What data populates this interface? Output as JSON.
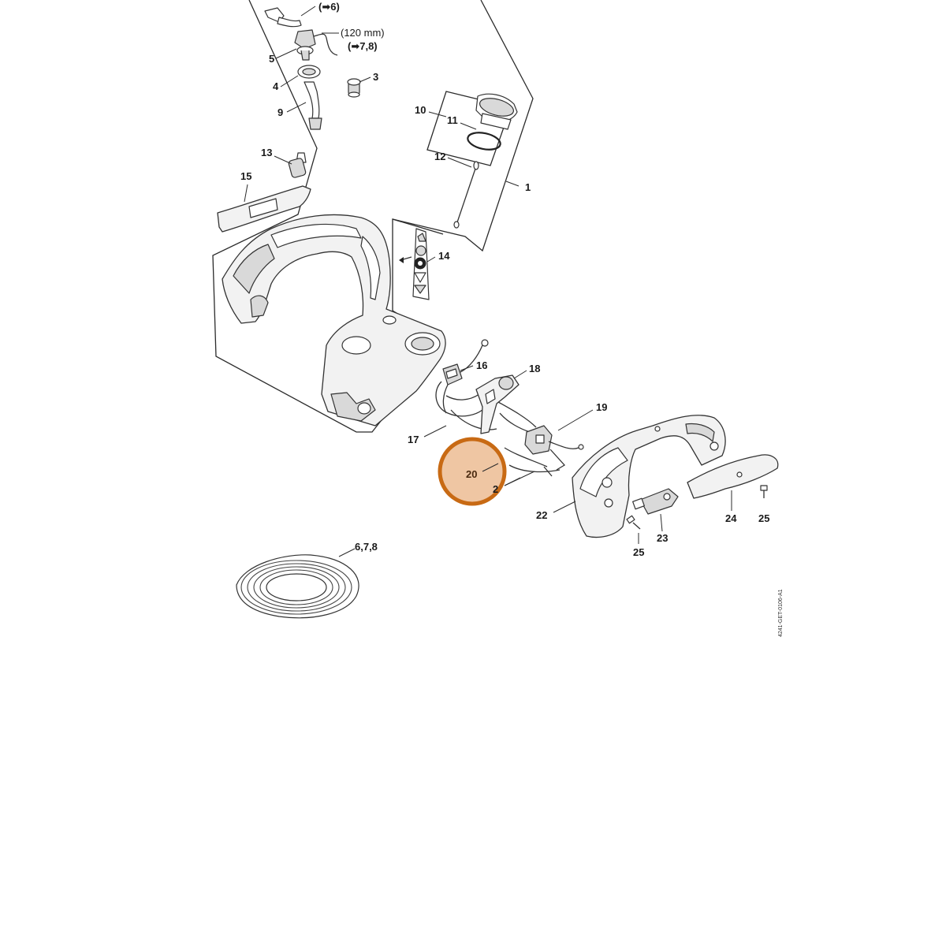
{
  "diagram": {
    "callouts": [
      {
        "id": "1",
        "text": "1"
      },
      {
        "id": "2",
        "text": "2"
      },
      {
        "id": "3",
        "text": "3"
      },
      {
        "id": "4",
        "text": "4"
      },
      {
        "id": "5",
        "text": "5"
      },
      {
        "id": "9",
        "text": "9"
      },
      {
        "id": "10",
        "text": "10"
      },
      {
        "id": "11",
        "text": "11"
      },
      {
        "id": "12",
        "text": "12"
      },
      {
        "id": "13",
        "text": "13"
      },
      {
        "id": "14",
        "text": "14"
      },
      {
        "id": "15",
        "text": "15"
      },
      {
        "id": "16",
        "text": "16"
      },
      {
        "id": "17",
        "text": "17"
      },
      {
        "id": "18",
        "text": "18"
      },
      {
        "id": "19",
        "text": "19"
      },
      {
        "id": "20",
        "text": "20"
      },
      {
        "id": "22",
        "text": "22"
      },
      {
        "id": "23",
        "text": "23"
      },
      {
        "id": "24",
        "text": "24"
      },
      {
        "id": "25a",
        "text": "25"
      },
      {
        "id": "25b",
        "text": "25"
      },
      {
        "id": "678",
        "text": "6,7,8"
      }
    ],
    "ref_6": "(➡6)",
    "hose_length": "(120 mm)",
    "ref_78": "(➡7,8)",
    "drawing_code": "4241-GET-0106-A1",
    "highlight": {
      "callout": "20",
      "color": "#c86a14",
      "fill": "#efc6a3"
    }
  }
}
